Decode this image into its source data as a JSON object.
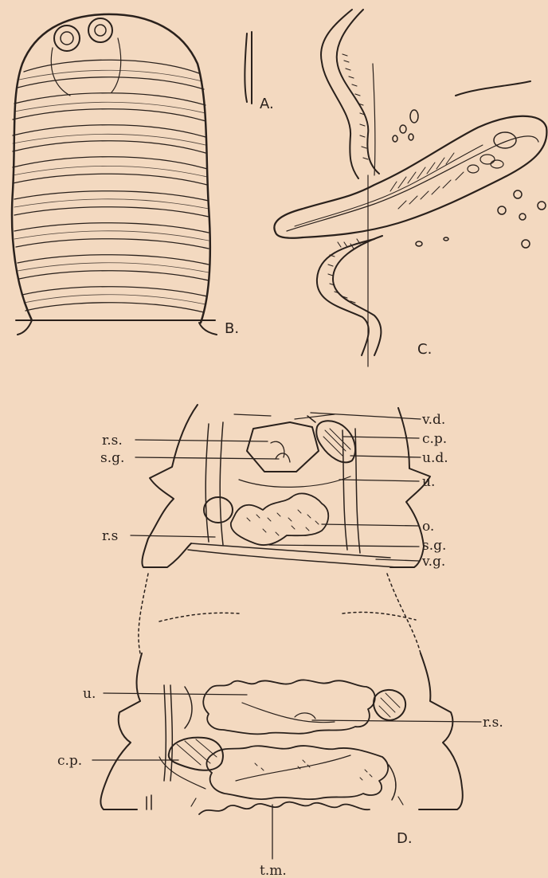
{
  "figures": {
    "A": "A.",
    "B": "B.",
    "C": "C.",
    "D": "D."
  },
  "labels": {
    "vd": "v.d.",
    "cp_top": "c.p.",
    "ud": "u.d.",
    "u_top": "u.",
    "o": "o.",
    "sg_right": "s.g.",
    "vg": "v.g.",
    "rs_left1": "r.s.",
    "sg_left": "s.g.",
    "rs_left2": "r.s",
    "u_low": "u.",
    "rs_low": "r.s.",
    "cp_low": "c.p.",
    "tm": "t.m."
  },
  "colors": {
    "paper": "#f3d9c0",
    "ink": "#2a211c"
  }
}
